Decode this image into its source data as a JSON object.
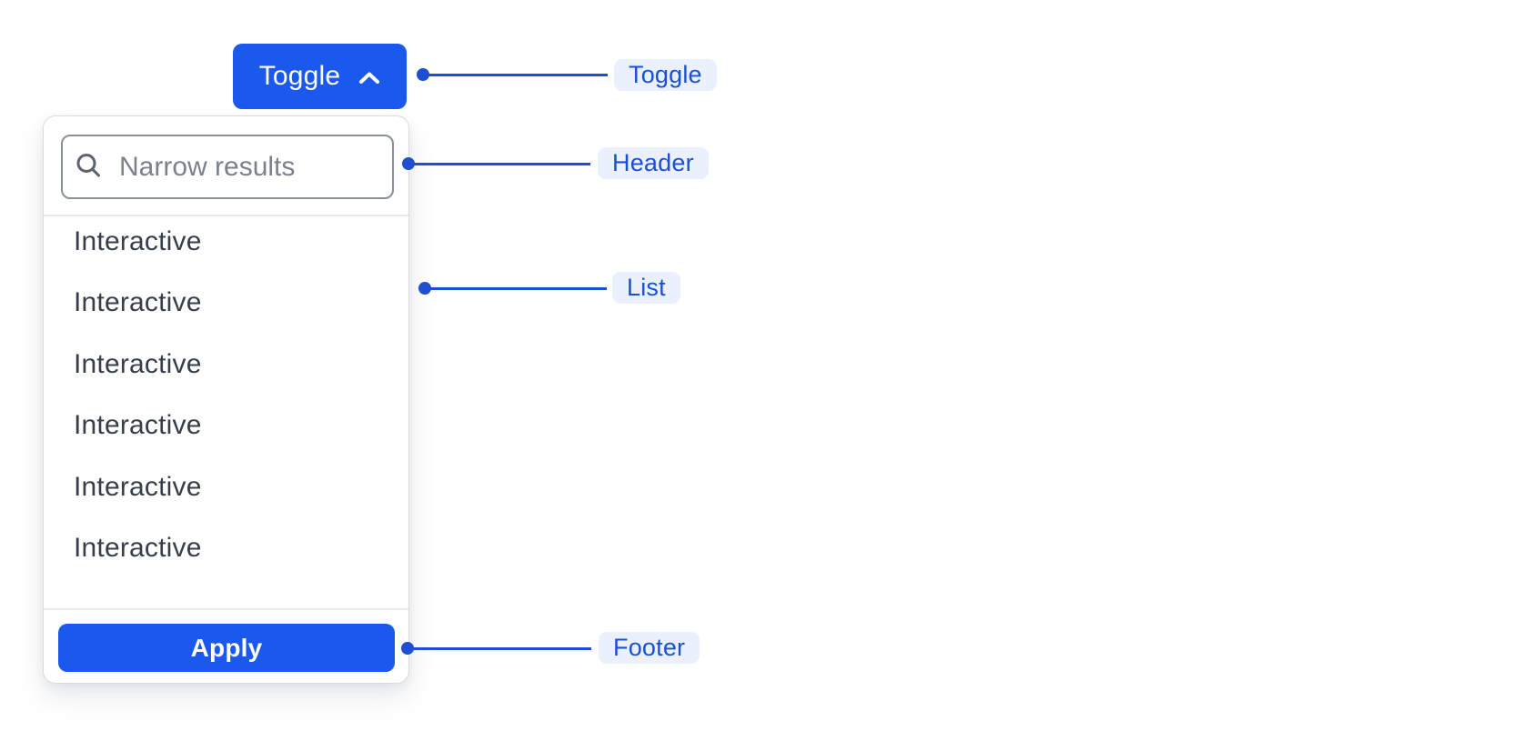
{
  "toggle_button": {
    "label": "Toggle",
    "icon": "chevron-up-icon"
  },
  "dropdown": {
    "header": {
      "search_placeholder": "Narrow results",
      "icon": "search-icon"
    },
    "list_items": [
      "Interactive",
      "Interactive",
      "Interactive",
      "Interactive",
      "Interactive",
      "Interactive"
    ],
    "footer": {
      "apply_label": "Apply"
    }
  },
  "annotations": {
    "toggle": {
      "label": "Toggle"
    },
    "header": {
      "label": "Header"
    },
    "list": {
      "label": "List"
    },
    "footer": {
      "label": "Footer"
    }
  },
  "colors": {
    "button_blue": "#1b58ee",
    "annotation_blue": "#1d4fd0",
    "annotation_text": "#1a50d8",
    "annotation_pill_bg": "#eaf1fd",
    "list_text": "#363e4a",
    "placeholder_text": "#7a818c",
    "panel_border": "#d9dbe0",
    "input_border": "#8a909a",
    "divider": "#e9eaed",
    "icon_gray": "#5c636e"
  }
}
